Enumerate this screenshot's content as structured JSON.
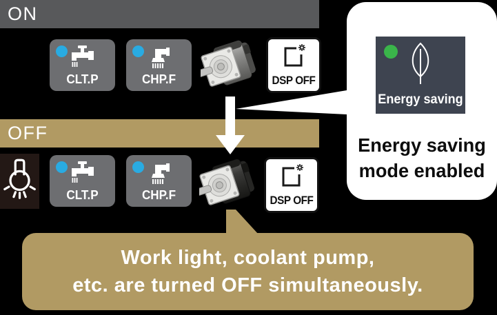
{
  "palette": {
    "bg": "#000000",
    "on_bar": "#58595b",
    "gold": "#b19a63",
    "panel_key_gray": "#6d6e71",
    "led_blue": "#29abe2",
    "led_green": "#3ab54a",
    "energy_button": "#3e4450",
    "work_light_box": "#231815"
  },
  "on_row": {
    "bar_label": "ON",
    "coolant_button": "CLT.P",
    "chip_button": "CHP.F",
    "display_button": "DSP OFF"
  },
  "off_row": {
    "bar_label": "OFF",
    "coolant_button": "CLT.P",
    "chip_button": "CHP.F",
    "display_button": "DSP OFF"
  },
  "energy_panel": {
    "button_label": "Energy saving",
    "caption_line1": "Energy saving",
    "caption_line2": "mode enabled"
  },
  "callout": {
    "line1": "Work light, coolant pump,",
    "line2": "etc. are turned OFF simultaneously."
  },
  "icons": {
    "coolant": "faucet-icon",
    "chip": "coolant-spray-icon",
    "work_light": "light-bulb-icon",
    "display": "display-sleep-icon",
    "energy": "leaf-icon",
    "motor": "servo-motor-image",
    "led": "led-indicator-dot"
  }
}
